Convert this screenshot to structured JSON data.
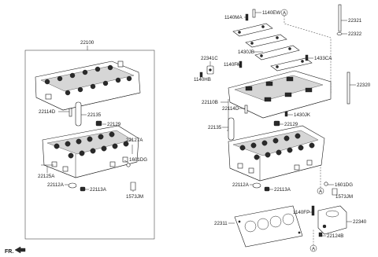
{
  "callouts": {
    "c22100": "22100",
    "c22114D_l": "22114D",
    "c22135_l": "22135",
    "c22129_l": "22129",
    "c22127A": "22127A",
    "c1601DG_l": "1601DG",
    "c22125A": "22125A",
    "c22112A_l": "22112A",
    "c22113A_l": "22113A",
    "c1573JM_l": "1573JM",
    "c1140MA": "1140MA",
    "c1140EW": "1140EW",
    "c22321": "22321",
    "c22322": "22322",
    "c22341C": "22341C",
    "c1430JB": "1430JB",
    "c1433CA": "1433CA",
    "c1140FM": "1140FM",
    "c1140HB": "1140HB",
    "c22320": "22320",
    "c22110B": "22110B",
    "c1430JK": "1430JK",
    "c22114D_r": "22114D",
    "c22135_r": "22135",
    "c22129_r": "22129",
    "c22112A_r": "22112A",
    "c22113A_r": "22113A",
    "c1601DG_r": "1601DG",
    "c1573JM_r": "1573JM",
    "c22311": "22311",
    "c1140FP": "1140FP",
    "c22340": "22340",
    "c22124B": "22124B"
  },
  "refs": {
    "a_top": "A",
    "a_mid": "A",
    "a_bottom": "A"
  },
  "footer": {
    "fr": "FR."
  }
}
